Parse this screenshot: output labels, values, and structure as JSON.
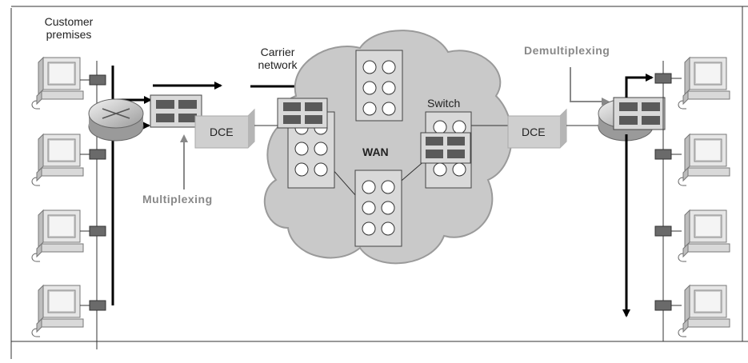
{
  "labels": {
    "customer_premises_line1": "Customer",
    "customer_premises_line2": "premises",
    "carrier_network_line1": "Carrier",
    "carrier_network_line2": "network",
    "demultiplexing": "Demultiplexing",
    "multiplexing": "Multiplexing",
    "switch": "Switch",
    "wan": "WAN",
    "dce_left": "DCE",
    "dce_right": "DCE"
  },
  "colors": {
    "cloud": "#c9c9c9",
    "cloud_edge": "#9a9a9a",
    "device_box": "#d9d9d9",
    "port_dark": "#5a5a5a",
    "dce_fill": "#cfcfcf",
    "annotation_gray": "#888888",
    "arrow_black": "#000000"
  },
  "icons": {
    "pc": "desktop-computer-icon",
    "router": "router-icon",
    "mux": "multiplexer-icon",
    "switch": "wan-switch-icon",
    "dce": "dce-box-icon"
  }
}
